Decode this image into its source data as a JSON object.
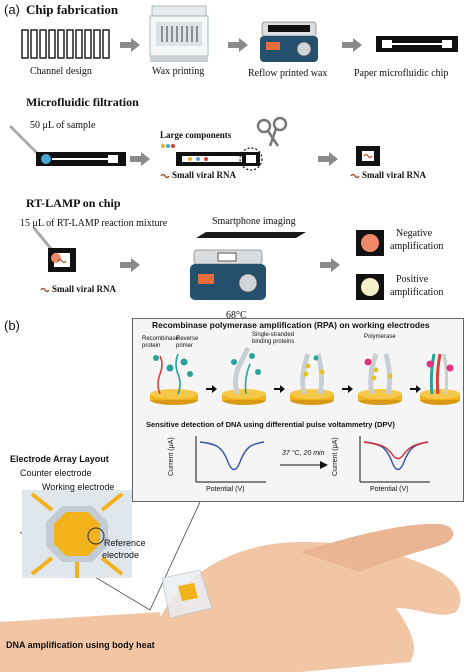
{
  "panel_a": {
    "label": "(a)",
    "chip_fabrication": {
      "title": "Chip fabrication",
      "steps": [
        "Channel design",
        "Wax printing",
        "Reflow printed wax",
        "Paper microfluidic chip"
      ]
    },
    "filtration": {
      "title": "Microfluidic filtration",
      "sample": "50 μL of sample",
      "large_components": "Large components",
      "small_rna_1": "Small viral RNA",
      "small_rna_2": "Small viral RNA"
    },
    "rtlamp": {
      "title": "RT-LAMP on chip",
      "mixture": "15 μL of RT-LAMP reaction mixture",
      "small_rna": "Small viral RNA",
      "imaging": "Smartphone imaging",
      "temperature": "68°C",
      "negative_line1": "Negative",
      "negative_line2": "amplification",
      "positive_line1": "Positive",
      "positive_line2": "amplification"
    }
  },
  "panel_b": {
    "label": "(b)",
    "rpa_title": "Recombinase polymerase amplification (RPA) on working electrodes",
    "recombinase_protein": "Recombinase protein",
    "reverse_primer": "Reverse primer",
    "ssb": "Single-stranded binding proteins",
    "polymerase": "Polymerase",
    "dpv_title": "Sensitive detection of DNA using differential pulse voltammetry (DPV)",
    "current": "Current (μA)",
    "potential": "Potential (V)",
    "condition": "37 °C, 20 min",
    "array_title": "Electrode Array Layout",
    "counter": "Counter electrode",
    "working": "Working electrode",
    "reference_line1": "Reference",
    "reference_line2": "electrode",
    "bottom_caption": "DNA amplification using body heat"
  },
  "colors": {
    "chip_black": "#111111",
    "arrow_gray": "#8a8a8a",
    "electrode_gold": "#f2b21b",
    "strand_red": "#d8403a",
    "protein_teal": "#2aa19a",
    "protein_yellow": "#e8c22a",
    "polymerase_pink": "#e0337a",
    "curve_blue": "#3a53a4",
    "curve_red": "#cc2b3b",
    "negative_fill": "#f0896a",
    "positive_fill": "#f6f0c8",
    "skin": "#f2c5a5"
  }
}
